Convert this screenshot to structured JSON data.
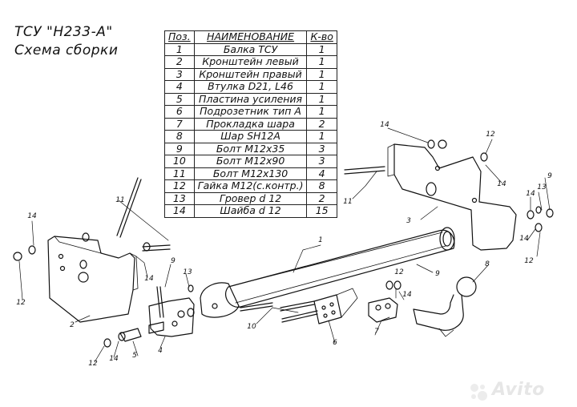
{
  "title_line1": "ТСУ \"Н233-А\"",
  "title_line2": "Схема сборки",
  "table": {
    "headers": [
      "Поз.",
      "НАИМЕНОВАНИЕ",
      "К-во"
    ],
    "rows": [
      [
        "1",
        "Балка ТСУ",
        "1"
      ],
      [
        "2",
        "Кронштейн левый",
        "1"
      ],
      [
        "3",
        "Кронштейн правый",
        "1"
      ],
      [
        "4",
        "Втулка D21, L46",
        "1"
      ],
      [
        "5",
        "Пластина усиления",
        "1"
      ],
      [
        "6",
        "Подрозетник тип А",
        "1"
      ],
      [
        "7",
        "Прокладка шара",
        "2"
      ],
      [
        "8",
        "Шар SH12A",
        "1"
      ],
      [
        "9",
        "Болт М12х35",
        "3"
      ],
      [
        "10",
        "Болт М12х90",
        "3"
      ],
      [
        "11",
        "Болт М12х130",
        "4"
      ],
      [
        "12",
        "Гайка М12(с.контр.)",
        "8"
      ],
      [
        "13",
        "Гровер d 12",
        "2"
      ],
      [
        "14",
        "Шайба d 12",
        "15"
      ]
    ]
  },
  "callouts": [
    {
      "id": "c1",
      "text": "1"
    },
    {
      "id": "c2",
      "text": "2"
    },
    {
      "id": "c3",
      "text": "3"
    },
    {
      "id": "c4",
      "text": "4"
    },
    {
      "id": "c5",
      "text": "5"
    },
    {
      "id": "c6",
      "text": "6"
    },
    {
      "id": "c7",
      "text": "7"
    },
    {
      "id": "c8",
      "text": "8"
    },
    {
      "id": "c9a",
      "text": "9"
    },
    {
      "id": "c9b",
      "text": "9"
    },
    {
      "id": "c9c",
      "text": "9"
    },
    {
      "id": "c10",
      "text": "10"
    },
    {
      "id": "c11a",
      "text": "11"
    },
    {
      "id": "c11b",
      "text": "11"
    },
    {
      "id": "c12a",
      "text": "12"
    },
    {
      "id": "c12b",
      "text": "12"
    },
    {
      "id": "c12c",
      "text": "12"
    },
    {
      "id": "c12d",
      "text": "12"
    },
    {
      "id": "c12e",
      "text": "12"
    },
    {
      "id": "c13a",
      "text": "13"
    },
    {
      "id": "c13b",
      "text": "13"
    },
    {
      "id": "c14a",
      "text": "14"
    },
    {
      "id": "c14b",
      "text": "14"
    },
    {
      "id": "c14c",
      "text": "14"
    },
    {
      "id": "c14d",
      "text": "14"
    },
    {
      "id": "c14e",
      "text": "14"
    },
    {
      "id": "c14f",
      "text": "14"
    },
    {
      "id": "c14g",
      "text": "14"
    },
    {
      "id": "c14h",
      "text": "14"
    }
  ],
  "watermark": "Avito"
}
